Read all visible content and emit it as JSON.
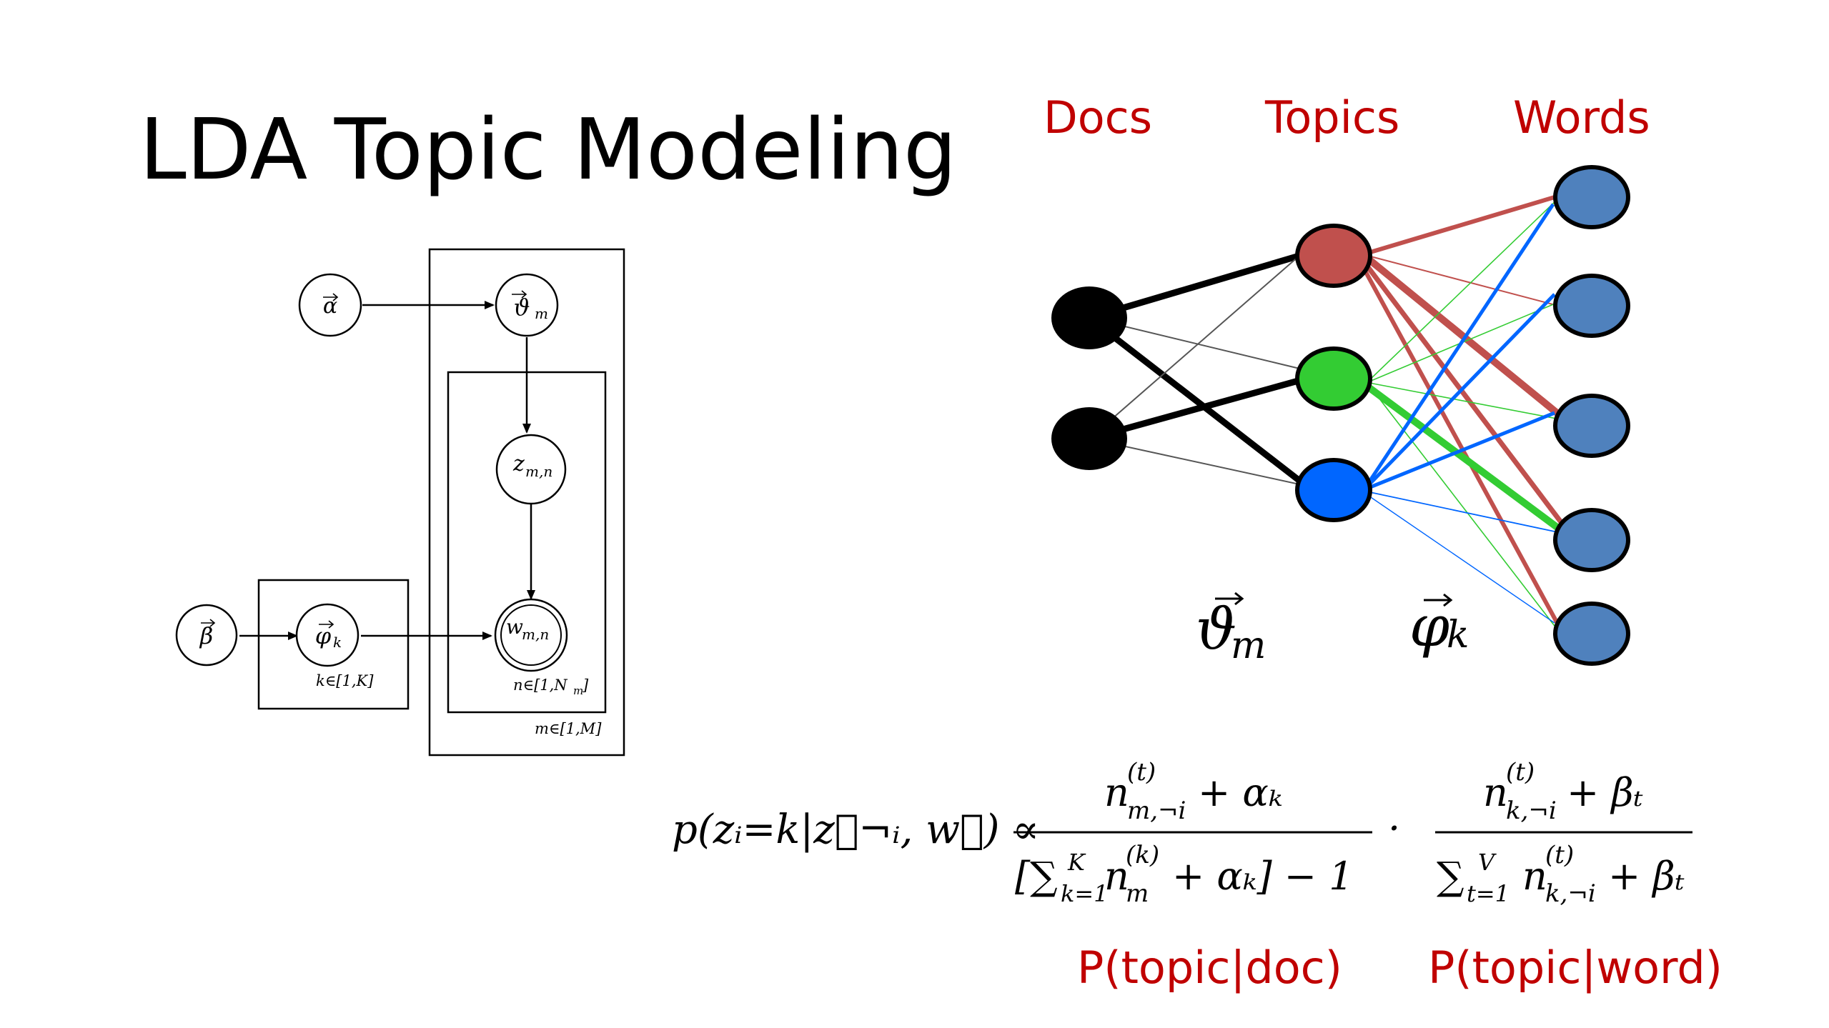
{
  "slide": {
    "title": "LDA Topic Modeling"
  },
  "network": {
    "headers": [
      "Docs",
      "Topics",
      "Words"
    ],
    "label_theta": "ϑ",
    "label_theta_sub": "m",
    "label_phi": "φ",
    "label_phi_sub": "k",
    "colors": {
      "doc": "#000000",
      "topic_red": "#c0504d",
      "topic_green": "#33cc33",
      "topic_blue": "#0066ff",
      "word": "#4f81bd",
      "header_text": "#c00000"
    }
  },
  "plate": {
    "alpha": "α",
    "beta": "β",
    "theta": "ϑ",
    "theta_sub": "m",
    "z": "z",
    "z_sub": "m,n",
    "w": "w",
    "w_sub": "m,n",
    "phi": "φ",
    "phi_sub": "k",
    "k_range": "k∈[1,K]",
    "n_range": "n∈[1,N",
    "n_range_sub": "m",
    "n_range_end": "]",
    "m_range": "m∈[1,M]"
  },
  "formula": {
    "lhs": "p(zᵢ=k|z⃗¬ᵢ, w⃗) ∝",
    "captions": [
      "P(topic|doc)",
      "P(topic|word)"
    ]
  }
}
